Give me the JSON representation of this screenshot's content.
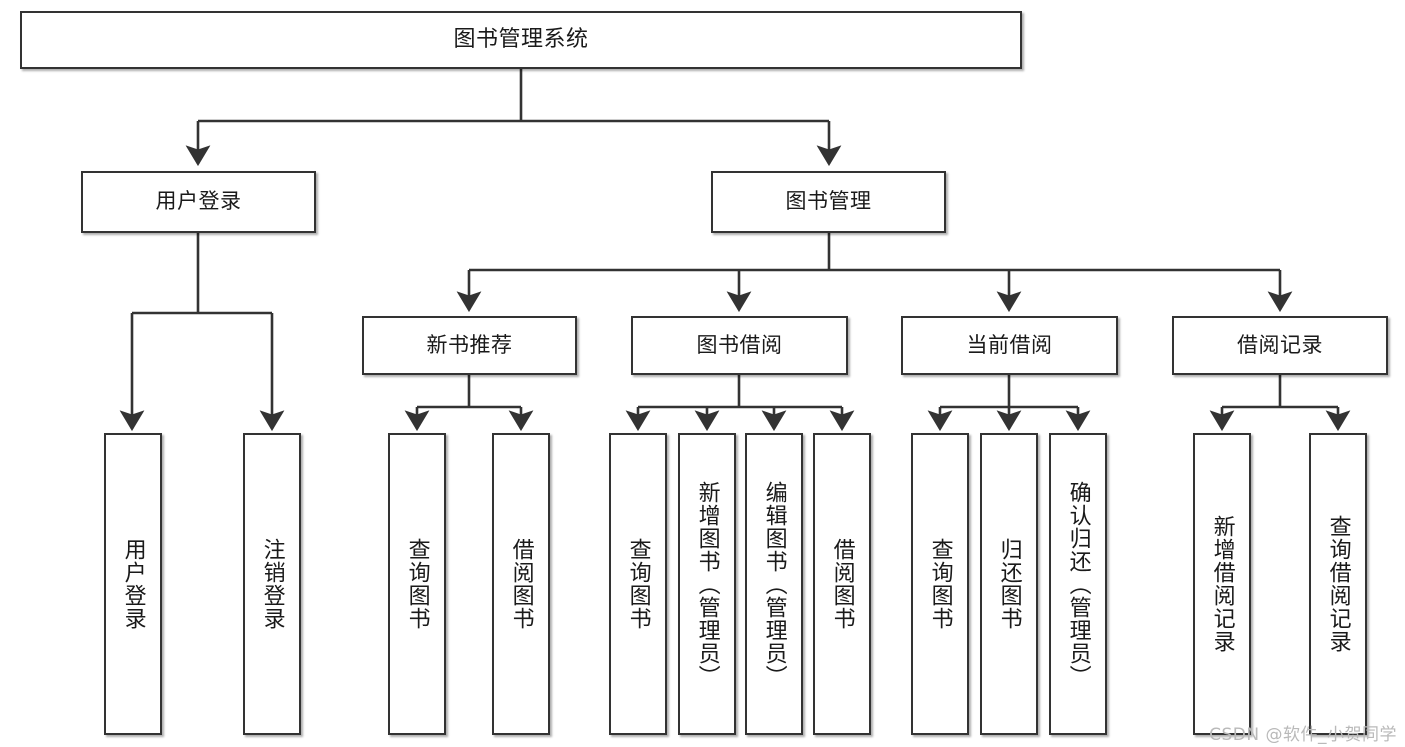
{
  "diagram": {
    "title": "图书管理系统",
    "type": "hierarchy-tree",
    "watermark": "CSDN @软件_小贺同学",
    "colors": {
      "border": "#333333",
      "background": "#ffffff",
      "text": "#1a1a1a",
      "connector": "#333333",
      "watermark": "#b9b9b9"
    },
    "nodes": {
      "root": {
        "label": "图书管理系统"
      },
      "level2": [
        {
          "label": "用户登录"
        },
        {
          "label": "图书管理"
        }
      ],
      "level3": [
        {
          "label": "新书推荐"
        },
        {
          "label": "图书借阅"
        },
        {
          "label": "当前借阅"
        },
        {
          "label": "借阅记录"
        }
      ],
      "leaves": {
        "user_login": [
          {
            "label": "用户登录"
          },
          {
            "label": "注销登录"
          }
        ],
        "new_book_recommend": [
          {
            "label": "查询图书"
          },
          {
            "label": "借阅图书"
          }
        ],
        "book_borrow": [
          {
            "label": "查询图书"
          },
          {
            "label": "新增图书（管理员）"
          },
          {
            "label": "编辑图书（管理员）"
          },
          {
            "label": "借阅图书"
          }
        ],
        "current_borrow": [
          {
            "label": "查询图书"
          },
          {
            "label": "归还图书"
          },
          {
            "label": "确认归还（管理员）"
          }
        ],
        "borrow_record": [
          {
            "label": "新增借阅记录"
          },
          {
            "label": "查询借阅记录"
          }
        ]
      }
    }
  }
}
